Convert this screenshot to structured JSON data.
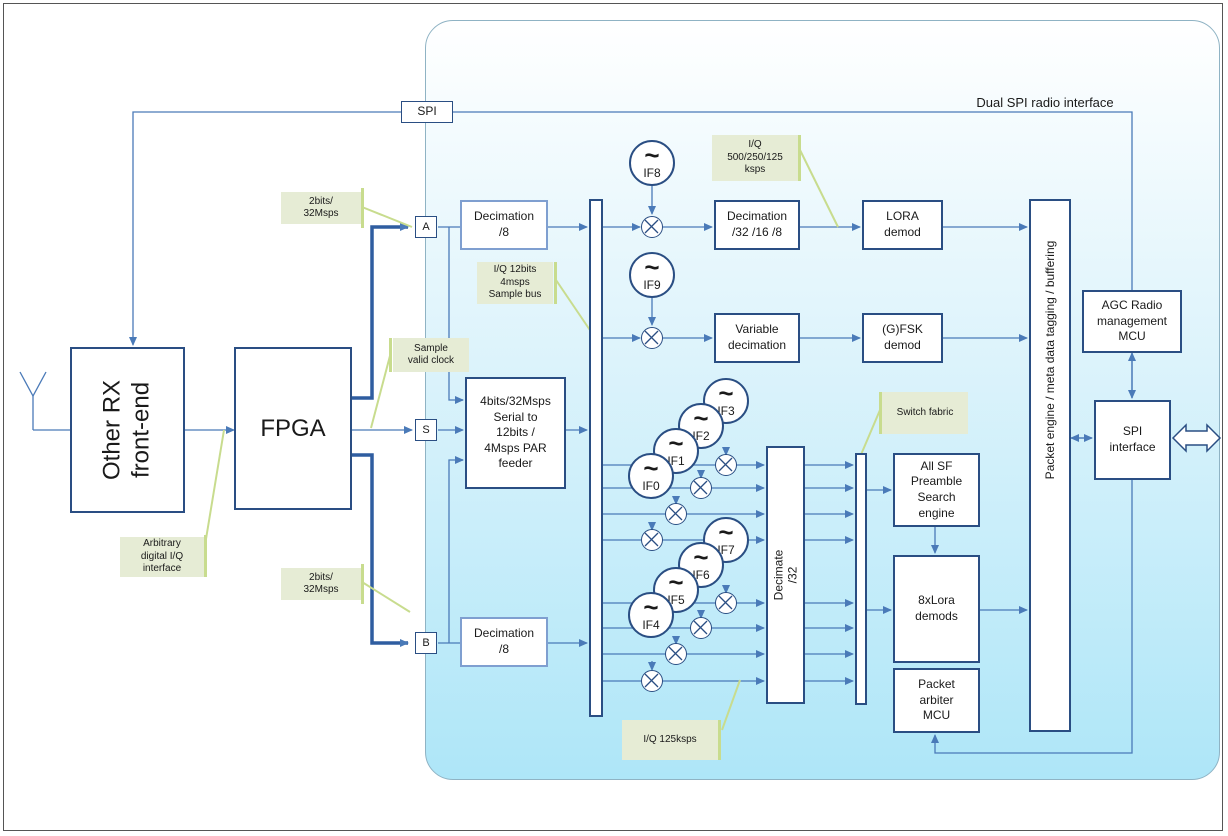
{
  "title": "Dual SPI radio interface",
  "blocks": {
    "other_rx": "Other RX\nfront-end",
    "fpga": "FPGA",
    "spi_top": "SPI",
    "port_a": "A",
    "port_s": "S",
    "port_b": "B",
    "decim_a": "Decimation\n/8",
    "decim_b": "Decimation\n/8",
    "serial": "4bits/32Msps\nSerial to\n12bits /\n4Msps PAR\nfeeder",
    "decim_lora": "Decimation\n/32 /16 /8",
    "var_decim": "Variable\ndecimation",
    "lora_demod": "LORA\ndemod",
    "fsk_demod": "(G)FSK\ndemod",
    "decimate32": "Decimate\n/32",
    "preamble": "All SF\nPreamble\nSearch\nengine",
    "lora8": "8xLora\ndemods",
    "arbiter": "Packet\narbiter\nMCU",
    "packet_engine": "Packet engine / meta data tagging / buffering",
    "agc": "AGC Radio\nmanagement\nMCU",
    "spi_iface": "SPI\ninterface"
  },
  "notes": {
    "n2bits_a": "2bits/\n32Msps",
    "n2bits_b": "2bits/\n32Msps",
    "iq12": "I/Q 12bits\n4msps\nSample bus",
    "sample_clock": "Sample\nvalid clock",
    "arbitrary": "Arbitrary\ndigital I/Q\ninterface",
    "iq500": "I/Q\n500/250/125\nksps",
    "switch_fabric": "Switch fabric",
    "iq125": "I/Q  125ksps"
  },
  "oscillators": {
    "tilde": "~",
    "if8": "IF8",
    "if9": "IF9",
    "if3": "IF3",
    "if2": "IF2",
    "if1": "IF1",
    "if0": "IF0",
    "if7": "IF7",
    "if6": "IF6",
    "if5": "IF5",
    "if4": "IF4"
  }
}
